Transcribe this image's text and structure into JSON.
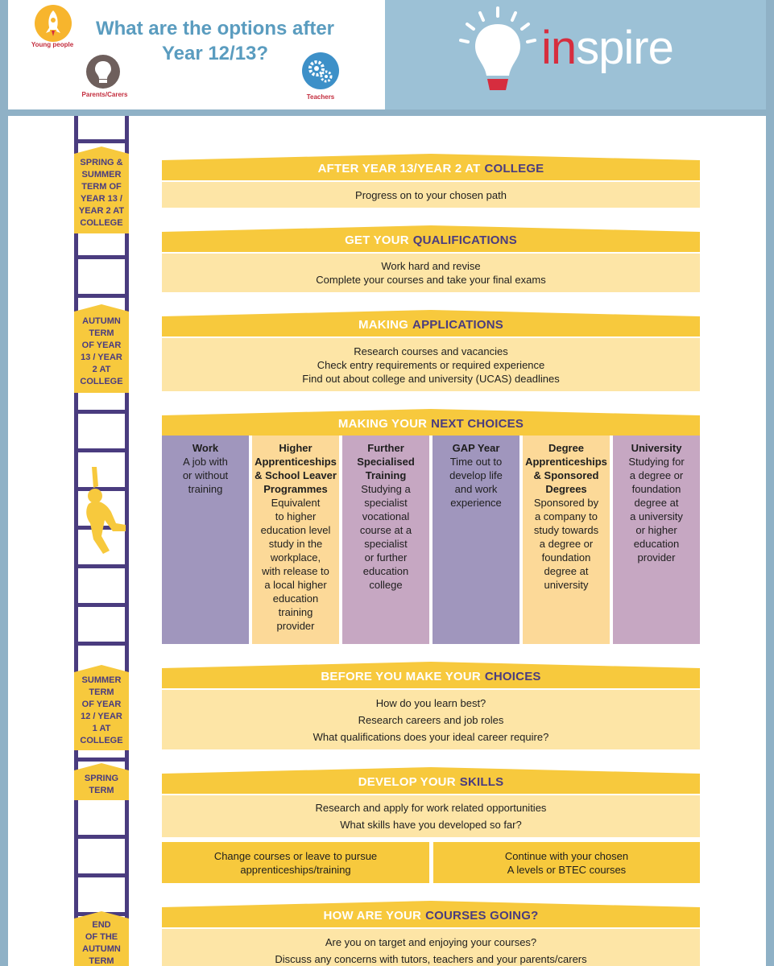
{
  "header": {
    "title": "What are the options after Year 12/13?",
    "icons": [
      {
        "label": "Young people",
        "icon": "rocket-icon"
      },
      {
        "label": "Parents/Carers",
        "icon": "lightbulb-icon"
      },
      {
        "label": "Teachers",
        "icon": "gears-icon"
      }
    ],
    "brand_part1": "in",
    "brand_part2": "spire"
  },
  "terms": [
    "SPRING &\nSUMMER\nTERM OF\nYEAR 13 /\nYEAR 2 AT\nCOLLEGE",
    "AUTUMN\nTERM\nOF YEAR\n13 / YEAR\n2 AT\nCOLLEGE",
    "SUMMER\nTERM\nOF YEAR\n12 / YEAR\n1 AT\nCOLLEGE",
    "SPRING\nTERM",
    "END\nOF THE\nAUTUMN\nTERM"
  ],
  "sections": {
    "after": {
      "pre": "AFTER YEAR 13/YEAR 2 AT",
      "key": "COLLEGE",
      "lines": [
        "Progress on to your chosen path"
      ]
    },
    "qualifications": {
      "pre": "GET YOUR",
      "key": "QUALIFICATIONS",
      "lines": [
        "Work hard and revise",
        "Complete your courses and take your final exams"
      ]
    },
    "applications": {
      "pre": "MAKING",
      "key": "APPLICATIONS",
      "lines": [
        "Research courses and vacancies",
        "Check entry requirements or required experience",
        "Find out about college and university (UCAS) deadlines"
      ]
    },
    "next_choices": {
      "pre": "MAKING YOUR",
      "key": "NEXT CHOICES"
    },
    "before": {
      "pre": "BEFORE YOU MAKE YOUR",
      "key": "CHOICES",
      "lines": [
        "How do you learn best?",
        "Research careers and job roles",
        "What qualifications does your ideal career require?"
      ]
    },
    "skills": {
      "pre": "DEVELOP YOUR",
      "key": "SKILLS",
      "lines": [
        "Research and apply for work related opportunities",
        "What skills have you developed so far?"
      ]
    },
    "courses": {
      "pre": "HOW ARE YOUR",
      "key": "COURSES GOING?",
      "lines": [
        "Are you on target and enjoying your courses?",
        "Discuss any concerns with tutors, teachers and your parents/carers"
      ]
    }
  },
  "options": [
    {
      "title": "Work",
      "desc": "A job with\nor without\ntraining"
    },
    {
      "title": "Higher\nApprenticeships\n& School Leaver\nProgrammes",
      "desc": "Equivalent\nto higher\neducation level\nstudy in the\nworkplace,\nwith release to\na local higher\neducation\ntraining\nprovider"
    },
    {
      "title": "Further\nSpecialised\nTraining",
      "desc": "Studying a\nspecialist\nvocational\ncourse at a\nspecialist\nor further\neducation\ncollege"
    },
    {
      "title": "GAP Year",
      "desc": "Time out to\ndevelop life\nand work\nexperience"
    },
    {
      "title": "Degree\nApprenticeships\n& Sponsored\nDegrees",
      "desc": "Sponsored by\na company to\nstudy towards\na degree or\nfoundation\ndegree at\nuniversity"
    },
    {
      "title": "University",
      "desc": "Studying for\na degree or\nfoundation\ndegree at\na university\nor higher\neducation\nprovider"
    }
  ],
  "split_left": [
    "Change courses or leave to pursue",
    "apprenticeships/training"
  ],
  "split_right": [
    "Continue with your chosen",
    "A levels or BTEC courses"
  ],
  "colors": {
    "yellow": "#f7c93d",
    "pale_yellow": "#fde5a6",
    "purple": "#4a3c7f",
    "accent_red": "#d62d3e",
    "title_blue": "#5a9cbf"
  }
}
